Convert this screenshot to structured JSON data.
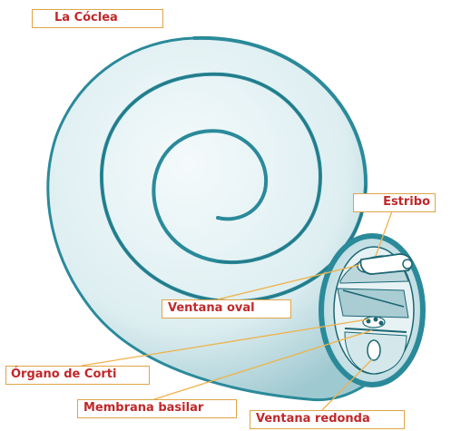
{
  "title": "La Cóclea",
  "labels": {
    "estribo": "Estribo",
    "ventana_oval": "Ventana oval",
    "organo_corti": "Órgano de Corti",
    "membrana_basilar": "Membrana basilar",
    "ventana_redonda": "Ventana redonda"
  },
  "colors": {
    "shell": "#2a8a9a",
    "shell_dark": "#1b6673",
    "shell_light": "#cfe6ea",
    "label_border": "#e0a445",
    "label_text": "#c0282a",
    "leader_line": "#f0b24a"
  }
}
